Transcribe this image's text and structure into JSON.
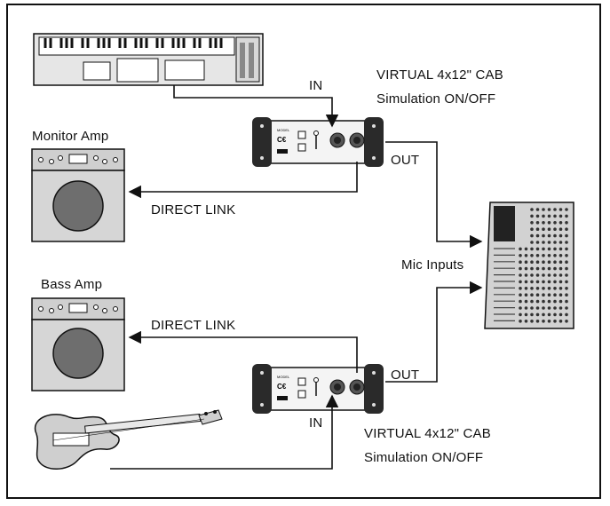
{
  "diagram": {
    "labels": {
      "monitor_amp": "Monitor Amp",
      "bass_amp": "Bass Amp",
      "mic_inputs": "Mic Inputs",
      "top_in": "IN",
      "top_out": "OUT",
      "top_direct_link": "DIRECT LINK",
      "top_cab_line1": "VIRTUAL 4x12\" CAB",
      "top_cab_line2": "Simulation ON/OFF",
      "bottom_in": "IN",
      "bottom_out": "OUT",
      "bottom_direct_link": "DIRECT LINK",
      "bottom_cab_line1": "VIRTUAL 4x12\" CAB",
      "bottom_cab_line2": "Simulation ON/OFF"
    },
    "device_icons": {
      "keyboard": "synthesizer-keyboard-icon",
      "di_box": "di-box-icon",
      "amplifier": "amplifier-icon",
      "mixer": "mixing-console-icon",
      "bass_guitar": "bass-guitar-icon"
    },
    "colors": {
      "ink": "#111111",
      "panel": "#d6d6d6",
      "speaker": "#6e6e6e",
      "device_dark": "#2a2a2a"
    }
  }
}
